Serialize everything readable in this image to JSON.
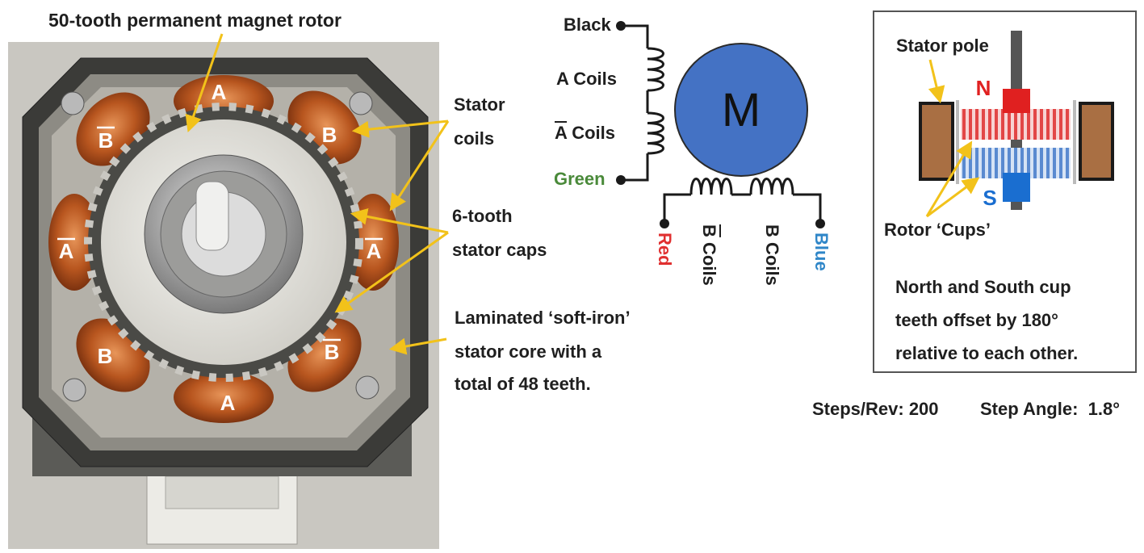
{
  "photo": {
    "rotor_label": "50-tooth permanent magnet rotor",
    "coil_letters": [
      "A",
      "B",
      "B",
      "A",
      "A",
      "B",
      "B",
      "A"
    ],
    "coil_overline": [
      false,
      false,
      true,
      true,
      false,
      false,
      true,
      true
    ],
    "annotations": {
      "stator_coils": [
        "Stator",
        "coils"
      ],
      "stator_caps": [
        "6-tooth",
        "stator caps"
      ],
      "core": [
        "Laminated ‘soft-iron’",
        "stator core with a",
        "total of 48 teeth."
      ]
    }
  },
  "wiring": {
    "wire_black": "Black",
    "wire_green": "Green",
    "wire_red": "Red",
    "wire_blue": "Blue",
    "a_coils_prefix": "A",
    "a_coils_suffix": " Coils",
    "abar_coils_prefix": "A",
    "abar_coils_suffix": " Coils",
    "bbar_coils_prefix": "B",
    "bbar_coils_suffix": " Coils",
    "b_coils": "B Coils",
    "motor_symbol": "M",
    "colors": {
      "green": "#4a8a3a",
      "red": "#e03030",
      "blue": "#2f86c8",
      "motor_fill": "#4472c4"
    }
  },
  "inset": {
    "stator_pole": "Stator pole",
    "north": "N",
    "south": "S",
    "rotor_cups": "Rotor ‘Cups’",
    "caption": [
      "North and South cup",
      "teeth offset by 180°",
      "relative to each other."
    ],
    "colors": {
      "north": "#e02020",
      "south": "#1a6ed0",
      "arrow": "#f2c21a"
    }
  },
  "specs": {
    "steps_rev": "Steps/Rev: 200",
    "step_angle": "Step Angle:  1.8°"
  }
}
